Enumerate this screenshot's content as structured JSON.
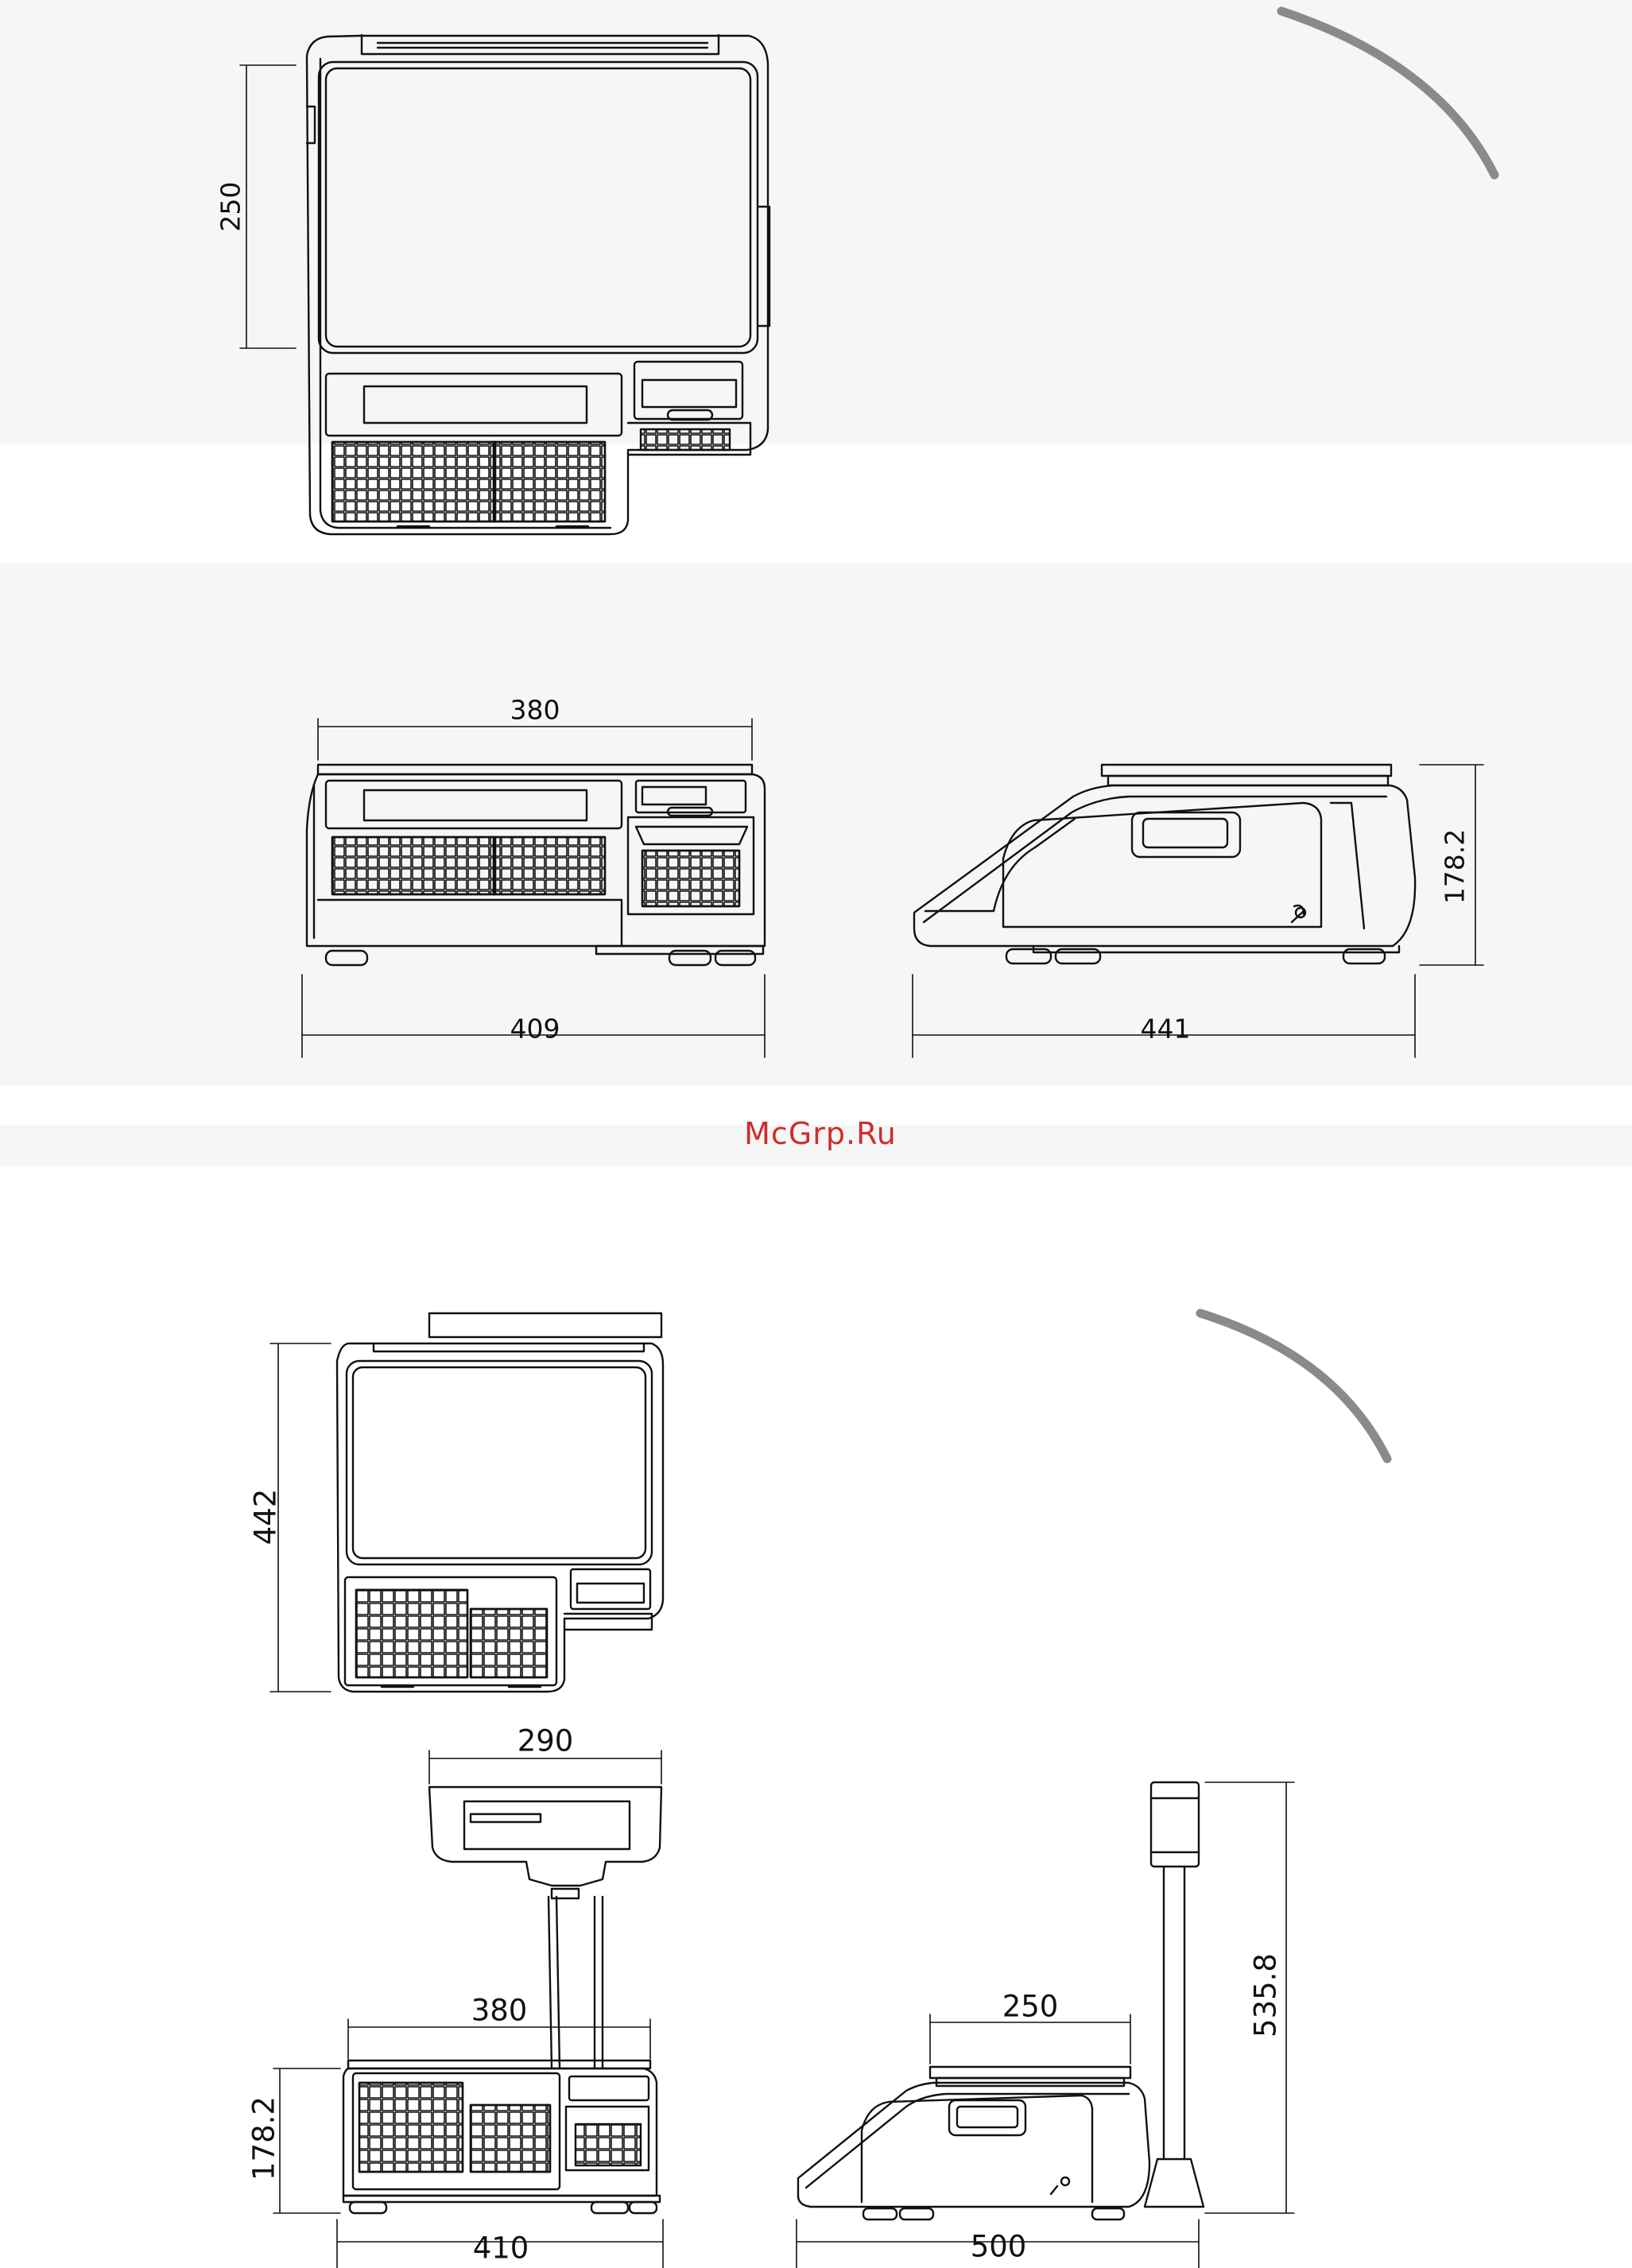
{
  "watermark": "McGrp.Ru",
  "upper_set": {
    "top_view": {
      "depth_label": "250"
    },
    "front_view": {
      "platter_width_label": "380",
      "base_width_label": "409"
    },
    "side_view": {
      "height_label": "178.2",
      "depth_label": "441"
    }
  },
  "lower_set": {
    "top_view": {
      "depth_label": "442"
    },
    "front_view": {
      "display_width_label": "290",
      "platter_width_label": "380",
      "height_label": "178.2",
      "base_width_label": "410"
    },
    "side_view": {
      "platter_depth_label": "250",
      "total_height_label": "535.8",
      "depth_label": "500"
    }
  },
  "colors": {
    "line": "#111111",
    "band": "#f6f6f6",
    "watermark": "#d02c2c",
    "accent_arc": "#8a8a8a"
  }
}
